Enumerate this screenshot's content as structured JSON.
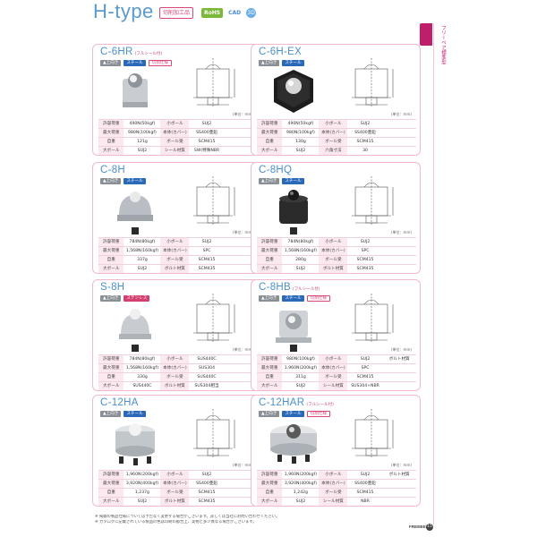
{
  "header": {
    "title": "H-type",
    "badges": {
      "machined": "切削加工品",
      "rohs": "RoHS",
      "cad": "CAD",
      "three_d": "3D"
    },
    "side_tab": "フリーベア標準型"
  },
  "colors": {
    "title_blue": "#5a9bcf",
    "brand_pink": "#bf1e6b",
    "tag_blue": "#2a68b8",
    "border_pink": "#f0b9cf"
  },
  "products": [
    {
      "code": "C-6HR",
      "subtitle": "(フルシール付)",
      "tags": [
        {
          "text": "▲上向き",
          "style": "gray"
        },
        {
          "text": "スチール",
          "style": "blue"
        },
        {
          "text": "切削仕様",
          "style": "pink"
        }
      ],
      "unit": "(単位：mm)",
      "specs": [
        [
          "許容荷重",
          "490N(50kgf)",
          "小ボール",
          "SUJ2",
          ""
        ],
        [
          "最大荷重",
          "980N(100kgf)",
          "本体(カバー)",
          "SS400亜鉛",
          ""
        ],
        [
          "自重",
          "121g",
          "ボール受",
          "SCM415",
          ""
        ],
        [
          "大ボール",
          "SUJ2",
          "シール材質",
          "SW(特殊NBR",
          ""
        ]
      ]
    },
    {
      "code": "C-6H-EX",
      "subtitle": "",
      "tags": [
        {
          "text": "▲上向き",
          "style": "gray"
        },
        {
          "text": "スチール",
          "style": "blue"
        }
      ],
      "unit": "(単位：mm)",
      "specs": [
        [
          "許容荷重",
          "490N(50kgf)",
          "小ボール",
          "SUJ2",
          ""
        ],
        [
          "最大荷重",
          "980N(100kgf)",
          "本体(カバー)",
          "SS400亜鉛",
          ""
        ],
        [
          "自重",
          "130g",
          "ボール受",
          "SCM415",
          ""
        ],
        [
          "大ボール",
          "SUJ2",
          "六角寸法",
          "30",
          ""
        ]
      ]
    },
    {
      "code": "C-8H",
      "subtitle": "",
      "tags": [
        {
          "text": "▲上向き",
          "style": "gray"
        },
        {
          "text": "スチール",
          "style": "blue"
        }
      ],
      "unit": "(単位：mm)",
      "specs": [
        [
          "許容荷重",
          "784N(80kgf)",
          "小ボール",
          "SUJ2",
          ""
        ],
        [
          "最大荷重",
          "1,568N(160kgf)",
          "本体(カバー)",
          "SPC",
          ""
        ],
        [
          "自重",
          "337g",
          "ボール受",
          "SCM415",
          ""
        ],
        [
          "大ボール",
          "SUJ2",
          "ボルト材質",
          "SCM435",
          ""
        ]
      ]
    },
    {
      "code": "C-8HQ",
      "subtitle": "",
      "tags": [
        {
          "text": "▲上向き",
          "style": "gray"
        },
        {
          "text": "スチール",
          "style": "blue"
        }
      ],
      "unit": "(単位：mm)",
      "specs": [
        [
          "許容荷重",
          "784N(80kgf)",
          "小ボール",
          "SUJ2",
          ""
        ],
        [
          "最大荷重",
          "1,568N(160kgf)",
          "本体(カバー)",
          "SPC",
          ""
        ],
        [
          "自重",
          "280g",
          "ボール受",
          "SCM415",
          ""
        ],
        [
          "大ボール",
          "SUJ2",
          "ボルト材質",
          "SCM435",
          ""
        ]
      ]
    },
    {
      "code": "S-8H",
      "subtitle": "",
      "tags": [
        {
          "text": "▲上向き",
          "style": "gray"
        },
        {
          "text": "ステンレス",
          "style": "red"
        }
      ],
      "unit": "(単位：mm)",
      "specs": [
        [
          "許容荷重",
          "784N(80kgf)",
          "小ボール",
          "SUS440C",
          ""
        ],
        [
          "最大荷重",
          "1,568N(160kgf)",
          "本体(カバー)",
          "SUS304",
          ""
        ],
        [
          "自重",
          "330g",
          "ボール受",
          "SUS440C",
          ""
        ],
        [
          "大ボール",
          "SUS440C",
          "ボルト材質",
          "SUS304相当",
          ""
        ]
      ]
    },
    {
      "code": "C-8HB",
      "subtitle": "(フルシール付)",
      "tags": [
        {
          "text": "▲上向き",
          "style": "gray"
        },
        {
          "text": "スチール",
          "style": "blue"
        },
        {
          "text": "切削仕様",
          "style": "pink"
        }
      ],
      "unit": "(単位：mm)",
      "specs": [
        [
          "許容荷重",
          "980N(100kgf)",
          "小ボール",
          "SUJ2",
          "ボルト材質"
        ],
        [
          "最大荷重",
          "1,960N(200kgf)",
          "本体(カバー)",
          "SPC",
          ""
        ],
        [
          "自重",
          "311g",
          "ボール受",
          "SCM415",
          ""
        ],
        [
          "大ボール",
          "SUJ2",
          "シール材質",
          "SUS304+NBR",
          ""
        ]
      ]
    },
    {
      "code": "C-12HA",
      "subtitle": "",
      "tags": [
        {
          "text": "▲上向き",
          "style": "gray"
        },
        {
          "text": "スチール",
          "style": "blue"
        }
      ],
      "unit": "(単位：mm)",
      "specs": [
        [
          "許容荷重",
          "1,960N(200kgf)",
          "小ボール",
          "SUJ2",
          ""
        ],
        [
          "最大荷重",
          "3,920N(400kgf)",
          "本体(カバー)",
          "SS400亜鉛",
          ""
        ],
        [
          "自重",
          "1,237g",
          "ボール受",
          "SCM415",
          ""
        ],
        [
          "大ボール",
          "SUJ2",
          "ボルト材質",
          "SCM435",
          ""
        ]
      ]
    },
    {
      "code": "C-12HAR",
      "subtitle": "(フルシール付)",
      "tags": [
        {
          "text": "▲上向き",
          "style": "gray"
        },
        {
          "text": "スチール",
          "style": "blue"
        },
        {
          "text": "切削仕様",
          "style": "pink"
        }
      ],
      "unit": "(単位：mm)",
      "specs": [
        [
          "許容荷重",
          "1,960N(200kgf)",
          "小ボール",
          "SUJ2",
          "ボルト材質"
        ],
        [
          "最大荷重",
          "3,920N(400kgf)",
          "本体(カバー)",
          "SS400亜鉛",
          ""
        ],
        [
          "自重",
          "1,242g",
          "ボール受",
          "SCM415",
          ""
        ],
        [
          "大ボール",
          "SUJ2",
          "シール材質",
          "NBR",
          ""
        ]
      ]
    }
  ],
  "footnotes": [
    "※ 掲載の製品仕様については予告なく変更する場合がございます。詳しくは当社にお問い合わせください。",
    "※ カタログに記載されている製品の色は印刷の都合上、実物と多少異なる場合がございます。"
  ],
  "footer": {
    "brand": "FREEBEAR",
    "page": "15"
  }
}
